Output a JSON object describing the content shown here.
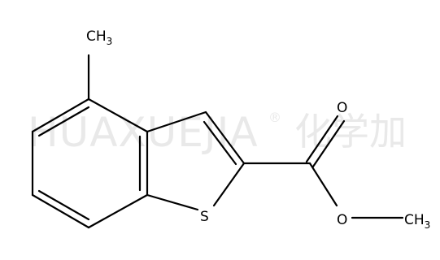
{
  "watermark": {
    "latin": "HUAXUEJIA",
    "registered": "®",
    "chinese": "化学加"
  },
  "molecule": {
    "atoms": {
      "methyl_top": {
        "element": "CH",
        "subscript": "3"
      },
      "sulfur": {
        "element": "S"
      },
      "carbonyl_oxygen": {
        "element": "O"
      },
      "ester_oxygen": {
        "element": "O"
      },
      "methyl_ester": {
        "element": "CH",
        "subscript": "3"
      }
    }
  }
}
